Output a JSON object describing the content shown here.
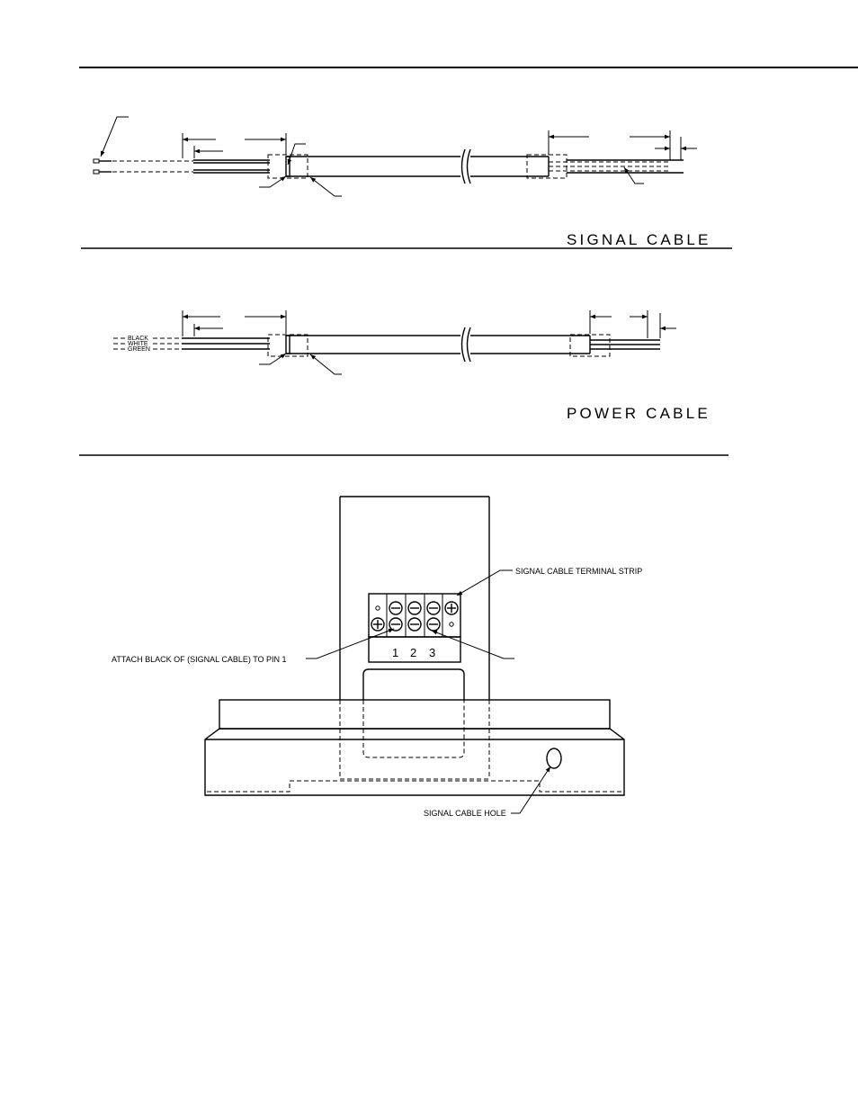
{
  "signal_cable": {
    "title": "SIGNAL CABLE"
  },
  "power_cable": {
    "title": "POWER CABLE",
    "wires": [
      "BLACK",
      "WHITE",
      "GREEN"
    ]
  },
  "terminal_detail": {
    "terminal_strip_label": "SIGNAL CABLE TERMINAL STRIP",
    "attach_label": "ATTACH BLACK OF (SIGNAL CABLE) TO PIN 1",
    "hole_label": "SIGNAL CABLE HOLE",
    "pins": [
      "1",
      "2",
      "3"
    ]
  }
}
